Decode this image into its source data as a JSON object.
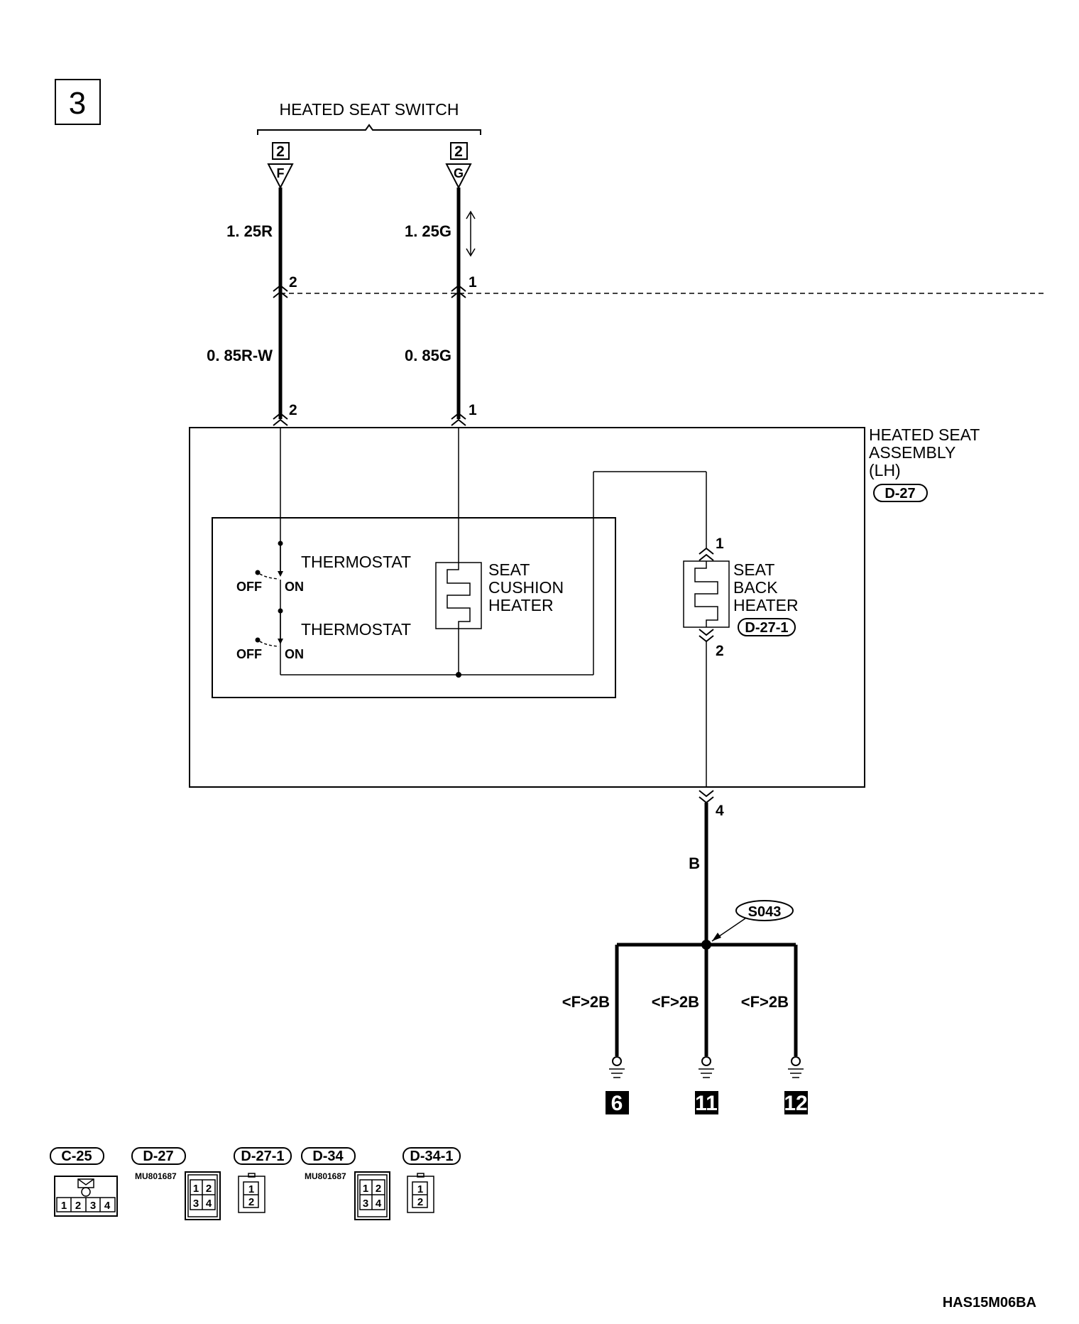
{
  "page_number": "3",
  "switch": {
    "title": "HEATED SEAT SWITCH",
    "left_connector": "2",
    "left_pin": "F",
    "right_connector": "2",
    "right_pin": "G"
  },
  "wires": {
    "upper_left": "1. 25R",
    "upper_right": "1. 25G",
    "lower_left": "0. 85R-W",
    "lower_right": "0. 85G",
    "ground": "B"
  },
  "pins": {
    "junction_left": "2",
    "junction_right": "1",
    "seat_left": "2",
    "seat_right": "1",
    "back_top": "1",
    "back_bottom": "2",
    "ground": "4"
  },
  "assembly": {
    "line1": "HEATED SEAT",
    "line2": "ASSEMBLY",
    "line3": "(LH)",
    "connector": "D-27"
  },
  "thermostat1": {
    "label": "THERMOSTAT",
    "off": "OFF",
    "on": "ON"
  },
  "thermostat2": {
    "label": "THERMOSTAT",
    "off": "OFF",
    "on": "ON"
  },
  "cushion_heater": {
    "line1": "SEAT",
    "line2": "CUSHION",
    "line3": "HEATER"
  },
  "back_heater": {
    "line1": "SEAT",
    "line2": "BACK",
    "line3": "HEATER",
    "connector": "D-27-1"
  },
  "splice": "S043",
  "grounds": [
    {
      "wire": "<F>2B",
      "number": "6"
    },
    {
      "wire": "<F>2B",
      "number": "11"
    },
    {
      "wire": "<F>2B",
      "number": "12"
    }
  ],
  "connectors": [
    {
      "code": "C-25",
      "part": "",
      "cells": [
        "1",
        "2",
        "3",
        "4"
      ]
    },
    {
      "code": "D-27",
      "part": "MU801687",
      "cells": [
        "1",
        "2",
        "3",
        "4"
      ]
    },
    {
      "code": "D-27-1",
      "part": "",
      "cells": [
        "1",
        "2"
      ]
    },
    {
      "code": "D-34",
      "part": "MU801687",
      "cells": [
        "1",
        "2",
        "3",
        "4"
      ]
    },
    {
      "code": "D-34-1",
      "part": "",
      "cells": [
        "1",
        "2"
      ]
    }
  ],
  "figure_code": "HAS15M06BA"
}
